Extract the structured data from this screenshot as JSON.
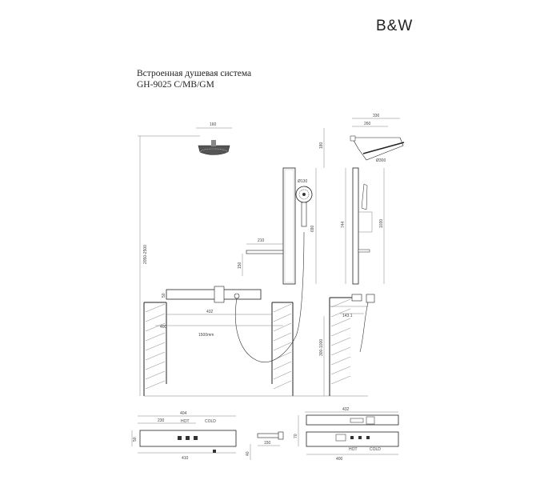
{
  "brand": "B&W",
  "title": {
    "line1": "Встроенная душевая система",
    "line2": "GH-9025 C/MB/GM"
  },
  "dimensions": {
    "head_diameter": "160",
    "height_range": "2050-2500",
    "panel_height": "690",
    "handshower": "Ø130",
    "shelf_width": "210",
    "spout_len": "150",
    "body_len": "432",
    "body_depth": "400",
    "hose": "1500mm",
    "side_top_w": "330",
    "side_top_w2": "260",
    "side_head": "Ø300",
    "side_left": "180",
    "side_rail": "744",
    "side_total": "1030",
    "side_lower": "300-1000",
    "side_offset": "143.1",
    "plan_w": "404",
    "plan_left": "230",
    "plan_h": "50",
    "plan_bottom": "410",
    "plan2_w": "432",
    "plan2_bottom": "400",
    "plan2_h": "70",
    "spout_small_h": "40",
    "spout_small_len": "150"
  },
  "labels": {
    "hot": "HOT",
    "cold": "COLD",
    "hot2": "HOT",
    "cold2": "COLD"
  }
}
